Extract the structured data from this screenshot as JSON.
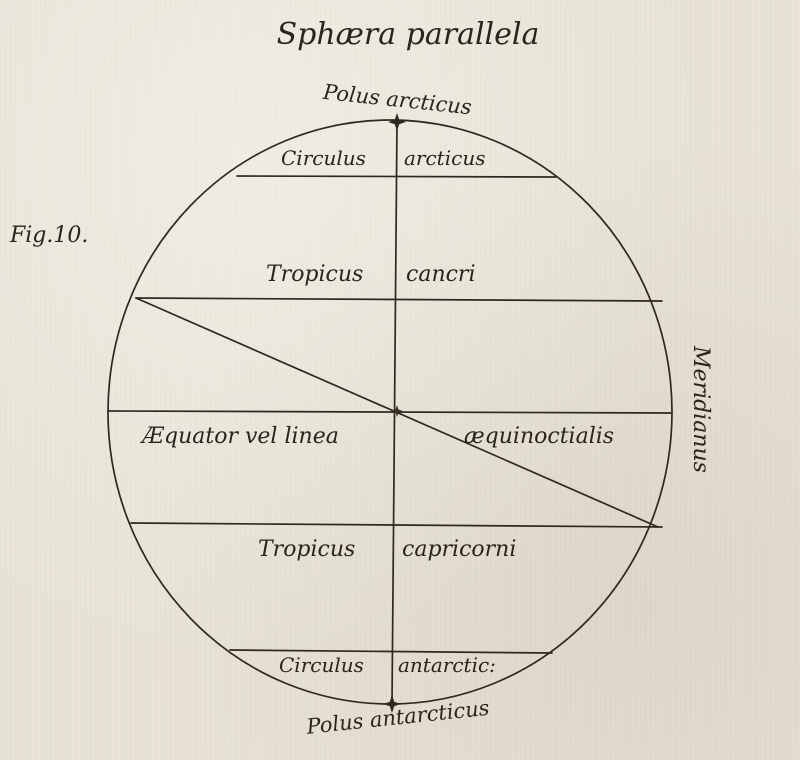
{
  "diagram": {
    "title": "Sphæra parallela",
    "figure": "Fig.10.",
    "pole_north": "Polus arcticus",
    "pole_south": "Polus antarcticus",
    "meridian": "Meridianus",
    "circles": {
      "arctic_left": "Circulus",
      "arctic_right": "arcticus",
      "cancer_left": "Tropicus",
      "cancer_right": "cancri",
      "equator_left": "Æquator vel linea",
      "equator_right": "æquinoctialis",
      "capricorn_left": "Tropicus",
      "capricorn_right": "capricorni",
      "antarctic_left": "Circulus",
      "antarctic_right": "antarctic:"
    },
    "colors": {
      "paper": "#e8e3d6",
      "ink": "#2f2820"
    }
  }
}
